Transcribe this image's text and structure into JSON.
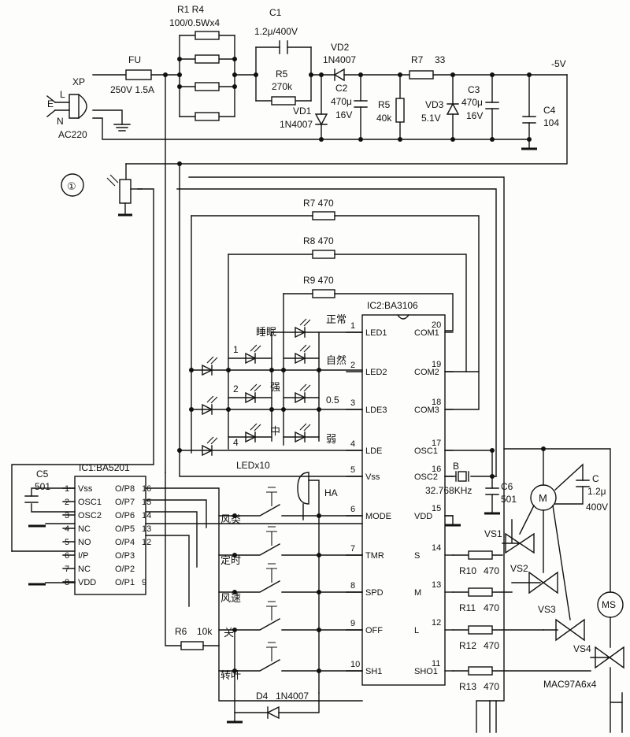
{
  "figure_number": "①",
  "power": {
    "plug": "XP",
    "pin_l": "L",
    "pin_e": "E",
    "pin_n": "N",
    "mains": "AC220",
    "fuse": "FU",
    "fuse_rating": "250V 1.5A",
    "r1_r4": "R1  R4",
    "r1_r4_value": "100/0.5Wx4",
    "c1": "C1",
    "c1_value": "1.2μ/400V",
    "r5": "R5",
    "r5_value": "270k",
    "vd2": "VD2",
    "vd2_value": "1N4007",
    "vd1": "VD1",
    "vd1_value": "1N4007",
    "c2": "C2",
    "c2_value1": "470μ",
    "c2_value2": "16V",
    "r5b": "R5",
    "r5b_value": "40k",
    "r7": "R7",
    "r7_value": "33",
    "vd3": "VD3",
    "vd3_value": "5.1V",
    "c3": "C3",
    "c3_value1": "470μ",
    "c3_value2": "16V",
    "c4": "C4",
    "c4_value": "104",
    "rail": "-5V"
  },
  "resistors_top": {
    "r7": "R7  470",
    "r8": "R8  470",
    "r9": "R9  470"
  },
  "ic2": {
    "name": "IC2:BA3106",
    "left_pins": [
      {
        "num": "1",
        "label": "LED1"
      },
      {
        "num": "2",
        "label": "LED2"
      },
      {
        "num": "3",
        "label": "LDE3"
      },
      {
        "num": "4",
        "label": "LDE"
      },
      {
        "num": "5",
        "label": "Vss"
      },
      {
        "num": "6",
        "label": "MODE"
      },
      {
        "num": "7",
        "label": "TMR"
      },
      {
        "num": "8",
        "label": "SPD"
      },
      {
        "num": "9",
        "label": "OFF"
      },
      {
        "num": "10",
        "label": "SH1"
      }
    ],
    "right_pins": [
      {
        "num": "20",
        "label": "COM1"
      },
      {
        "num": "19",
        "label": "COM2"
      },
      {
        "num": "18",
        "label": "COM3"
      },
      {
        "num": "17",
        "label": "OSC1"
      },
      {
        "num": "16",
        "label": "OSC2"
      },
      {
        "num": "15",
        "label": "VDD"
      },
      {
        "num": "14",
        "label": "S"
      },
      {
        "num": "13",
        "label": "M"
      },
      {
        "num": "12",
        "label": "L"
      },
      {
        "num": "11",
        "label": "SHO1"
      }
    ]
  },
  "ic1": {
    "name": "IC1:BA5201",
    "left_pins": [
      {
        "num": "1",
        "label": "Vss"
      },
      {
        "num": "2",
        "label": "OSC1"
      },
      {
        "num": "3",
        "label": "OSC2"
      },
      {
        "num": "4",
        "label": "NC"
      },
      {
        "num": "5",
        "label": "NO"
      },
      {
        "num": "6",
        "label": "I/P"
      },
      {
        "num": "7",
        "label": "NC"
      },
      {
        "num": "8",
        "label": "VDD"
      }
    ],
    "right_pins": [
      {
        "num": "16",
        "label": "O/P8"
      },
      {
        "num": "15",
        "label": "O/P7"
      },
      {
        "num": "14",
        "label": "O/P6"
      },
      {
        "num": "13",
        "label": "O/P5"
      },
      {
        "num": "12",
        "label": "O/P4"
      },
      {
        "num": "",
        "label": "O/P3"
      },
      {
        "num": "",
        "label": "O/P2"
      },
      {
        "num": "9",
        "label": "O/P1"
      }
    ]
  },
  "leds": {
    "sleep": "睡眠",
    "normal": "正常",
    "natural": "自然",
    "strong": "强",
    "half": "0.5",
    "medium": "中",
    "weak": "弱",
    "n1": "1",
    "n2": "2",
    "n4": "4",
    "count": "LEDx10"
  },
  "c5": {
    "name": "C5",
    "value": "501"
  },
  "c6": {
    "name": "C6",
    "value": "501"
  },
  "crystal": {
    "name": "B",
    "value": "32.768KHz"
  },
  "buzzer": "HA",
  "switches": {
    "mode": "风类",
    "timer": "定时",
    "speed": "风速",
    "off": "关",
    "swing": "转叶"
  },
  "r6": {
    "name": "R6",
    "value": "10k"
  },
  "d4": {
    "name": "D4",
    "value": "1N4007"
  },
  "output_resistors": [
    {
      "name": "R10",
      "value": "470"
    },
    {
      "name": "R11",
      "value": "470"
    },
    {
      "name": "R12",
      "value": "470"
    },
    {
      "name": "R13",
      "value": "470"
    }
  ],
  "triacs": {
    "vs1": "VS1",
    "vs2": "VS2",
    "vs3": "VS3",
    "vs4": "VS4",
    "part": "MAC97A6x4"
  },
  "motor": {
    "name": "M",
    "swing": "MS",
    "cap": "C",
    "cap_value1": "1.2μ",
    "cap_value2": "400V"
  }
}
